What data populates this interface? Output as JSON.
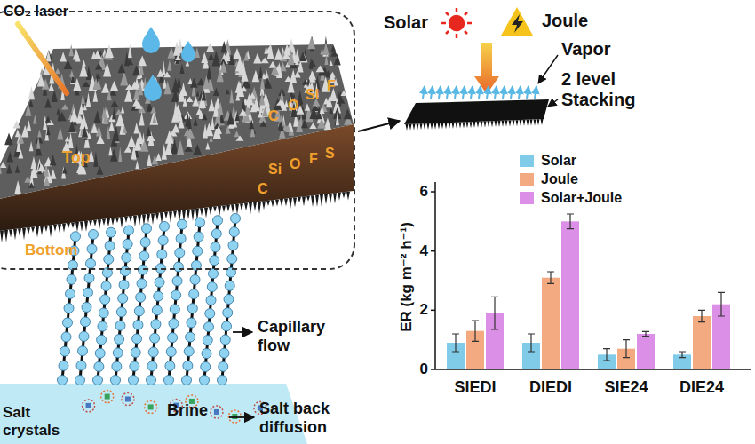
{
  "diagram": {
    "nodes": [
      {
        "text": [
          "Top",
          "C",
          "O",
          "Si",
          "F",
          "Si",
          "O",
          "F",
          "S",
          "C",
          "Bottom"
        ]
      }
    ],
    "labels": [
      "CO₂ laser",
      "Solar",
      "Joule",
      "Vapor",
      "2 level Stacking",
      "ER (kg m⁻² h⁻¹)",
      "6",
      "4",
      "2",
      "0",
      "SIEDI",
      "DIEDI",
      "SIE24",
      "DIE24",
      "Capillary flow",
      "Salt crystals",
      "Brine",
      "Salt back diffusion"
    ],
    "legend": [
      {
        "text": "Solar",
        "color": "#7fcbe8"
      },
      {
        "text": "Joule",
        "color": "#f4aa80"
      },
      {
        "text": "Solar+Joule",
        "color": "#dc8fe6"
      }
    ]
  }
}
